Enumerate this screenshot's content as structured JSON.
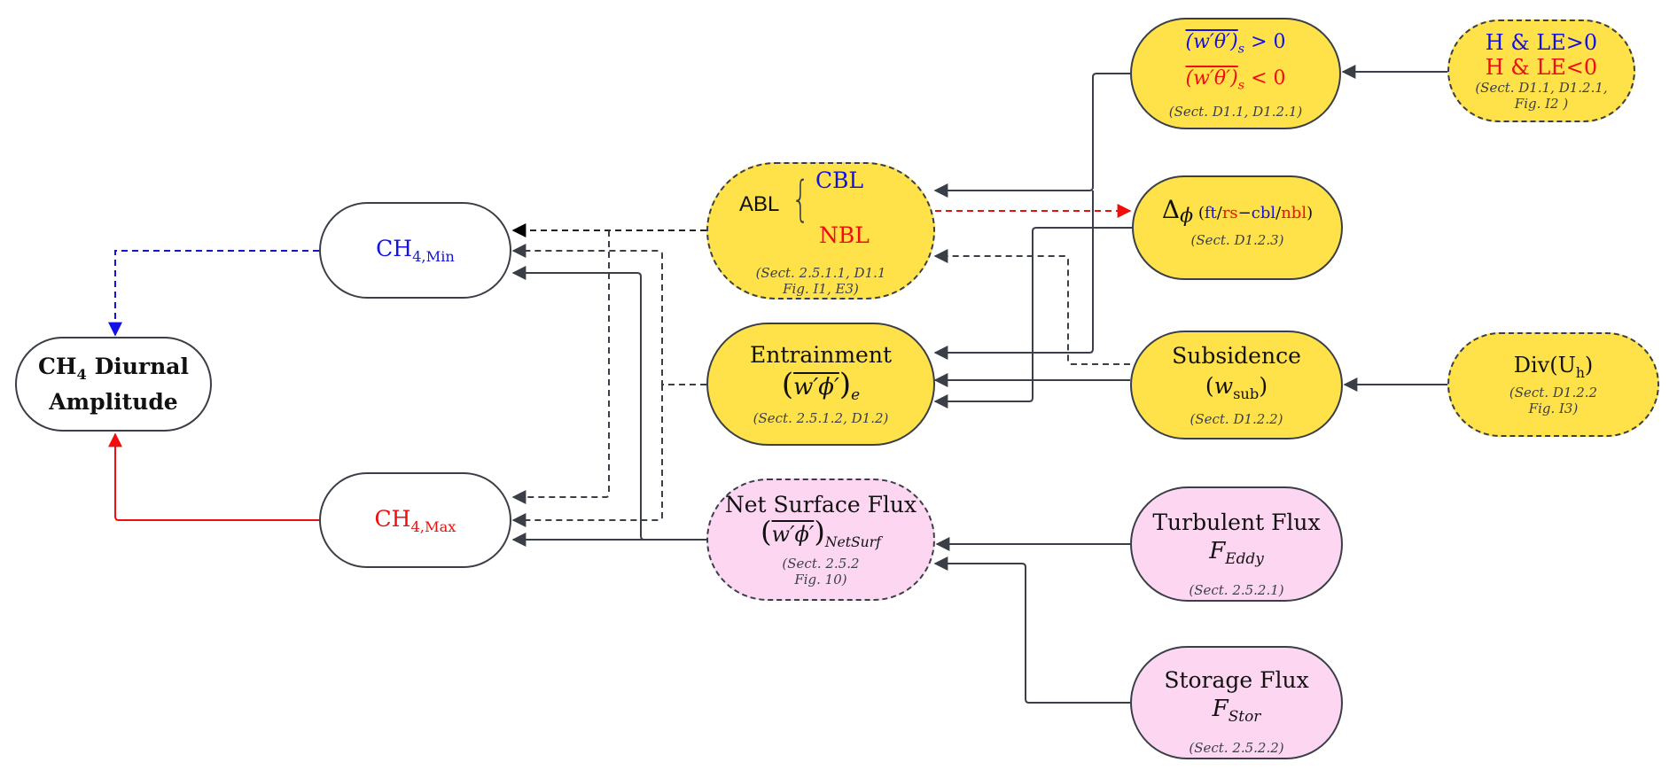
{
  "colors": {
    "yellow_fill": "#ffe14a",
    "pink_fill": "#fdd7f2",
    "stroke": "#3a3f47",
    "blue": "#1212e6",
    "red": "#f00d0d"
  },
  "nodes": {
    "diurnal": {
      "line1_main": "CH",
      "line1_sub": "4",
      "line1_rest": " Diurnal",
      "line2": "Amplitude"
    },
    "ch4min": {
      "main": "CH",
      "sub": "4,Min"
    },
    "ch4max": {
      "main": "CH",
      "sub": "4,Max"
    },
    "abl": {
      "label": "ABL",
      "brace": "{",
      "cbl": "CBL",
      "nbl": "NBL",
      "ref1": "(Sect. 2.5.1.1, D1.1",
      "ref2": "Fig. I1, E3)"
    },
    "entrainment": {
      "title": "Entrainment",
      "expr": "w′ϕ′",
      "sub": "e",
      "ref": "(Sect. 2.5.1.2, D1.2)"
    },
    "netsurf": {
      "title": "Net Surface Flux",
      "expr": "w′ϕ′",
      "sub": "NetSurf",
      "ref1": "(Sect. 2.5.2",
      "ref2": "Fig. 10)"
    },
    "heatflux": {
      "pos_expr": "(w′θ′)",
      "pos_sub": "s",
      "pos_rel": " > 0",
      "neg_expr": "(w′θ′)",
      "neg_sub": "s",
      "neg_rel": " < 0",
      "ref": "(Sect. D1.1, D1.2.1)"
    },
    "hle": {
      "pos": "H & LE>0",
      "neg": "H & LE<0",
      "ref1": "(Sect. D1.1, D1.2.1,",
      "ref2": "Fig. I2 )"
    },
    "delta": {
      "symbol": "Δ",
      "sub": "ϕ",
      "open": " (",
      "ft": "ft",
      "slash1": "/",
      "rs": "rs",
      "dash": "−",
      "cbl": "cbl",
      "slash2": "/",
      "nbl": "nbl",
      "close": ")",
      "ref": "(Sect. D1.2.3)"
    },
    "subsidence": {
      "title": "Subsidence",
      "expr_open": "(",
      "w": "w",
      "sub": "sub",
      "expr_close": ")",
      "ref": "(Sect.  D1.2.2)"
    },
    "div": {
      "title_main": "Div(U",
      "title_sub": "h",
      "title_close": ")",
      "ref1": "(Sect. D1.2.2",
      "ref2": "Fig. I3)"
    },
    "turbulent": {
      "title": "Turbulent Flux",
      "sym": "F",
      "sub": "Eddy",
      "ref": "(Sect.  2.5.2.1)"
    },
    "storage": {
      "title": "Storage Flux",
      "sym": "F",
      "sub": "Stor",
      "ref": "(Sect. 2.5.2.2)"
    }
  },
  "edges": [
    {
      "from": "ch4min",
      "to": "diurnal",
      "style": "dashed",
      "color": "blue"
    },
    {
      "from": "ch4max",
      "to": "diurnal",
      "style": "solid",
      "color": "red"
    },
    {
      "from": "abl",
      "to": "ch4min",
      "style": "dashed",
      "color": "black"
    },
    {
      "from": "abl",
      "to": "ch4max",
      "style": "dashed",
      "color": "gray"
    },
    {
      "from": "entrainment",
      "to": "ch4min",
      "style": "dashed",
      "color": "gray"
    },
    {
      "from": "entrainment",
      "to": "ch4max",
      "style": "dashed",
      "color": "gray"
    },
    {
      "from": "netsurf",
      "to": "ch4min",
      "style": "solid",
      "color": "gray"
    },
    {
      "from": "netsurf",
      "to": "ch4max",
      "style": "solid",
      "color": "gray"
    },
    {
      "from": "heatflux",
      "to": "abl",
      "style": "solid",
      "color": "gray"
    },
    {
      "from": "heatflux",
      "to": "entrainment",
      "style": "solid",
      "color": "gray"
    },
    {
      "from": "abl",
      "to": "delta",
      "style": "dashed",
      "color": "red"
    },
    {
      "from": "delta",
      "to": "entrainment",
      "style": "solid",
      "color": "gray"
    },
    {
      "from": "subsidence",
      "to": "abl",
      "style": "dashed",
      "color": "gray"
    },
    {
      "from": "subsidence",
      "to": "entrainment",
      "style": "solid",
      "color": "gray"
    },
    {
      "from": "hle",
      "to": "heatflux",
      "style": "solid",
      "color": "gray"
    },
    {
      "from": "div",
      "to": "subsidence",
      "style": "solid",
      "color": "gray"
    },
    {
      "from": "turbulent",
      "to": "netsurf",
      "style": "solid",
      "color": "gray"
    },
    {
      "from": "storage",
      "to": "netsurf",
      "style": "solid",
      "color": "gray"
    }
  ]
}
